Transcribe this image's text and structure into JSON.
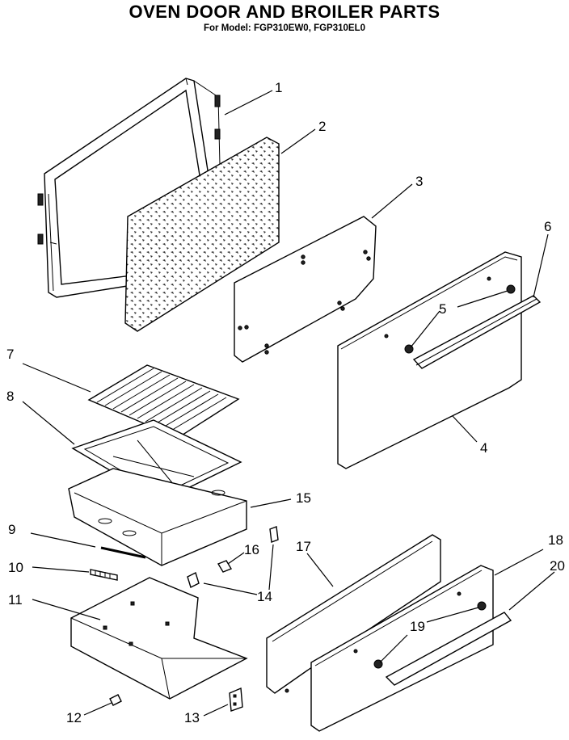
{
  "title": "OVEN DOOR AND BROILER PARTS",
  "subtitle": "For Model: FGP310EW0, FGP310EL0",
  "callouts": [
    "1",
    "2",
    "3",
    "4",
    "5",
    "6",
    "7",
    "8",
    "9",
    "10",
    "11",
    "12",
    "13",
    "14",
    "15",
    "16",
    "17",
    "18",
    "19",
    "20"
  ],
  "parts": [
    {
      "id": "1",
      "name": "door-frame"
    },
    {
      "id": "2",
      "name": "insulation"
    },
    {
      "id": "3",
      "name": "inner-panel"
    },
    {
      "id": "4",
      "name": "outer-door-panel"
    },
    {
      "id": "5",
      "name": "handle-screws"
    },
    {
      "id": "6",
      "name": "door-handle"
    },
    {
      "id": "7",
      "name": "broiler-grid"
    },
    {
      "id": "8",
      "name": "broiler-pan"
    },
    {
      "id": "9",
      "name": "rod"
    },
    {
      "id": "10",
      "name": "spring"
    },
    {
      "id": "11",
      "name": "broiler-drawer-slide"
    },
    {
      "id": "12",
      "name": "clip"
    },
    {
      "id": "13",
      "name": "bracket"
    },
    {
      "id": "14",
      "name": "bracket"
    },
    {
      "id": "15",
      "name": "broiler-drawer-body"
    },
    {
      "id": "16",
      "name": "clip"
    },
    {
      "id": "17",
      "name": "drawer-front-inner"
    },
    {
      "id": "18",
      "name": "drawer-front-panel"
    },
    {
      "id": "19",
      "name": "handle-screws"
    },
    {
      "id": "20",
      "name": "drawer-handle"
    }
  ]
}
